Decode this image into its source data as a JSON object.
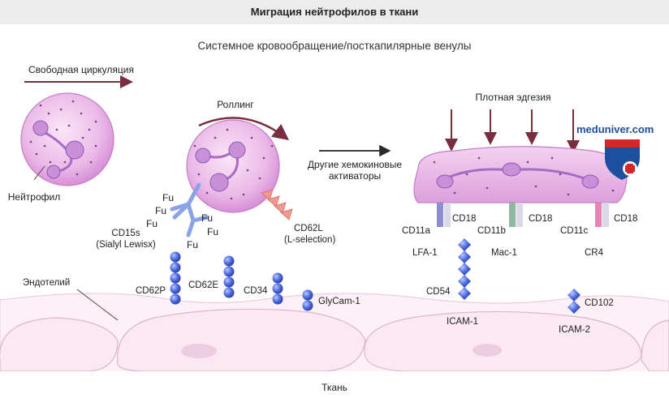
{
  "title": "Миграция нейтрофилов в ткани",
  "subtitle": "Системное кровообращение/посткапилярные венулы",
  "labels": {
    "free_circulation": "Свободная циркуляция",
    "rolling": "Роллинг",
    "firm_adhesion": "Плотная эдгезия",
    "neutrophil": "Нейтрофил",
    "chemokine_line1": "Другие хемокиновые",
    "chemokine_line2": "активаторы",
    "endothelium": "Эндотелий",
    "tissue": "Ткань",
    "fu": "Fu",
    "cd15s_line1": "CD15s",
    "cd15s_line2": "(Sialyl Lewisx)",
    "cd62l_line1": "CD62L",
    "cd62l_line2": "(L-selection)",
    "cd62p": "CD62P",
    "cd62e": "CD62E",
    "cd34": "CD34",
    "glycam": "GlyCam-1",
    "cd11a": "CD11a",
    "cd18": "CD18",
    "cd11b": "CD11b",
    "cd11c": "CD11c",
    "lfa1": "LFA-1",
    "mac1": "Mac-1",
    "cr4": "CR4",
    "cd54": "CD54",
    "icam1": "ICAM-1",
    "cd102": "CD102",
    "icam2": "ICAM-2"
  },
  "watermark": {
    "text": "meduniver.com",
    "shield_color": "#1d4f9e",
    "shield_accent": "#d6262b"
  },
  "colors": {
    "cell_fill": "#e9b8e6",
    "nucleus": "#c98fd8",
    "receptor_blue": "#3c5bd0",
    "endothelium_fill": "#fbeef6",
    "cd62l_color": "#f0948a"
  }
}
